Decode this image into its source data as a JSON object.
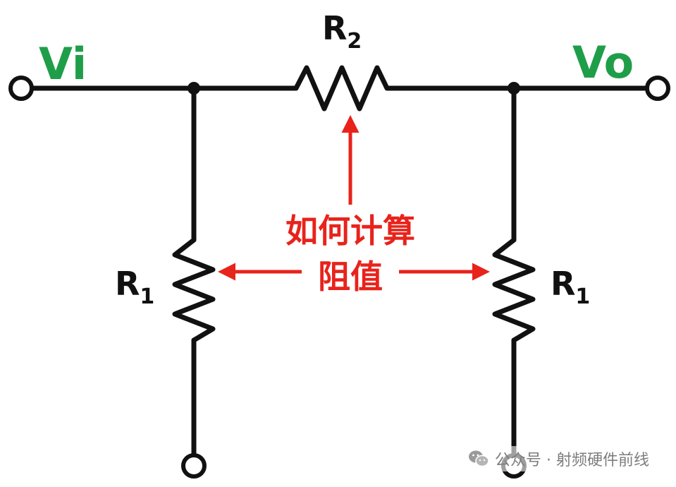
{
  "labels": {
    "input": "Vi",
    "output": "Vo",
    "r2_main": "R",
    "r2_sub": "2",
    "r1_left_main": "R",
    "r1_left_sub": "1",
    "r1_right_main": "R",
    "r1_right_sub": "1"
  },
  "annotation": {
    "line1": "如何计算",
    "line2": "阻值"
  },
  "watermark": {
    "text": "公众号 · 射频硬件前线",
    "logo_icon": "wechat-logo-icon"
  },
  "colors": {
    "wire": "#111111",
    "port_label": "#1f9e4a",
    "annotation": "#e8231b",
    "watermark": "#7d7d7d"
  }
}
